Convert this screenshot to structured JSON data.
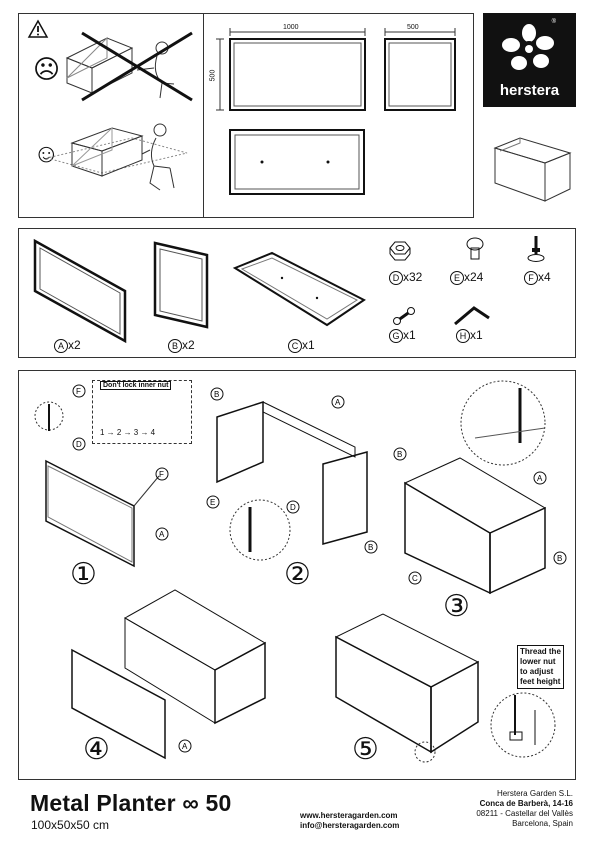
{
  "warning": {
    "symbol": "⚠",
    "bad_face": "☹",
    "good_face": "☺"
  },
  "plans": {
    "length": "1000",
    "height": "500",
    "width": "500"
  },
  "brand": {
    "name": "herstera",
    "reg": "®"
  },
  "parts": {
    "a": {
      "letter": "A",
      "qty": "x2"
    },
    "b": {
      "letter": "B",
      "qty": "x2"
    },
    "c": {
      "letter": "C",
      "qty": "x1"
    },
    "d": {
      "letter": "D",
      "qty": "x32"
    },
    "e": {
      "letter": "E",
      "qty": "x24"
    },
    "f": {
      "letter": "F",
      "qty": "x4"
    },
    "g": {
      "letter": "G",
      "qty": "x1"
    },
    "h": {
      "letter": "H",
      "qty": "x1"
    }
  },
  "steps": {
    "s1": "①",
    "s2": "②",
    "s3": "③",
    "s4": "④",
    "s5": "⑤",
    "note": "Don't lock inner nut",
    "seq": "1 → 2 → 3 → 4",
    "thread": [
      "Thread the",
      "lower nut",
      "to adjust",
      "feet height"
    ]
  },
  "product": {
    "title": "Metal Planter ∞ 50",
    "dims": "100x50x50 cm"
  },
  "contact": {
    "web": "www.hersteragarden.com",
    "email": "info@hersteragarden.com"
  },
  "company": {
    "name": "Herstera Garden S.L.",
    "street": "Conca de Barberà, 14-16",
    "city": "08211 - Castellar del Vallès",
    "region": "Barcelona, Spain"
  }
}
